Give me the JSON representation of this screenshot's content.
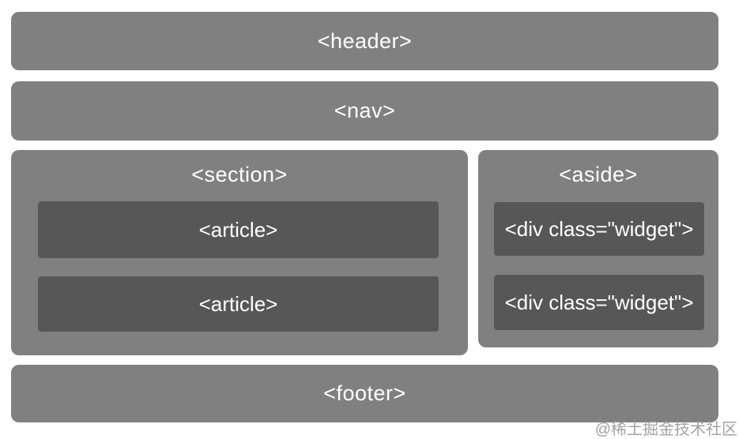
{
  "colors": {
    "bg": "#ffffff",
    "box": "#808080",
    "inner": "#575757",
    "text": "#ffffff",
    "watermark": "#a3a3a3"
  },
  "boxes": {
    "header": {
      "label": "<header>"
    },
    "nav": {
      "label": "<nav>"
    },
    "section": {
      "label": "<section>",
      "articles": [
        {
          "label": "<article>"
        },
        {
          "label": "<article>"
        }
      ]
    },
    "aside": {
      "label": "<aside>",
      "widgets": [
        {
          "label": "<div class=\"widget\">"
        },
        {
          "label": "<div class=\"widget\">"
        }
      ]
    },
    "footer": {
      "label": "<footer>"
    }
  },
  "watermark": "@稀土掘金技术社区"
}
